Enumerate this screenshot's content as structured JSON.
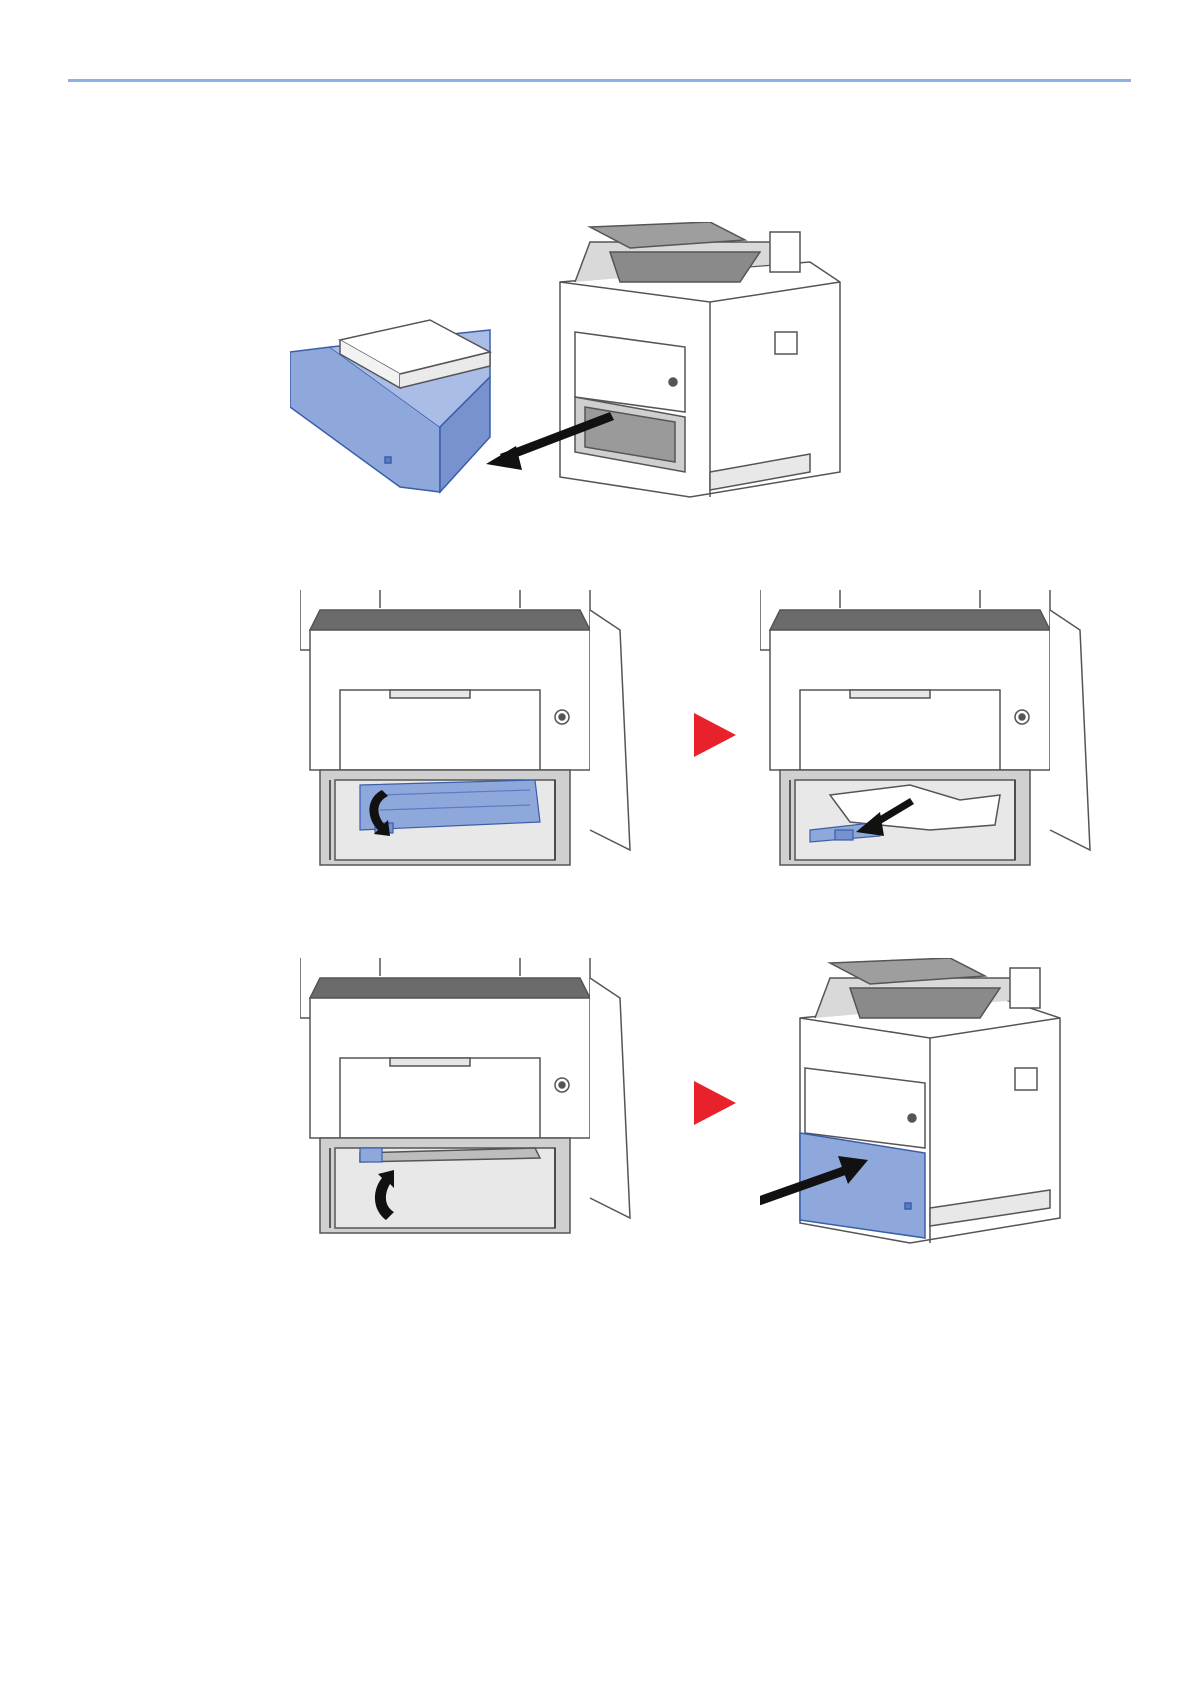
{
  "header": {
    "rule_color": "#8fb0e6"
  },
  "colors": {
    "part_highlight": "#8fa8dc",
    "part_highlight_dark": "#5a7cc4",
    "machine_body": "#ffffff",
    "machine_dark": "#6b6b6b",
    "machine_mid": "#bdbdbd",
    "next_arrow": "#e8212a"
  },
  "figures": {
    "tray_out": {
      "icon": "pull-out-tray-illustration"
    },
    "open_cover": {
      "icon": "open-jam-cover-illustration"
    },
    "remove_paper": {
      "icon": "remove-jammed-paper-illustration"
    },
    "close_cover": {
      "icon": "close-jam-cover-illustration"
    },
    "push_tray": {
      "icon": "push-in-tray-illustration"
    }
  },
  "step_arrows": [
    "next-step-arrow",
    "next-step-arrow"
  ]
}
